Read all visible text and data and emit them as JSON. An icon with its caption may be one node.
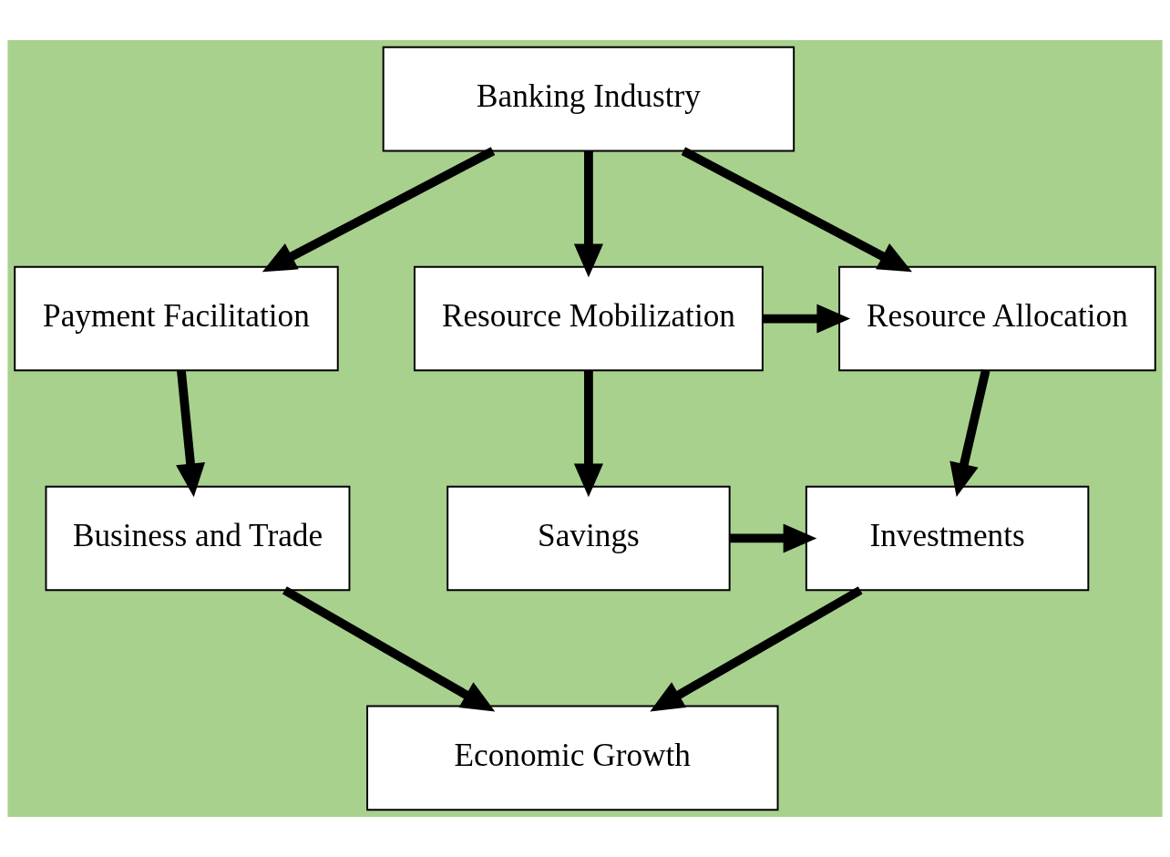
{
  "diagram": {
    "nodes": [
      {
        "text": [
          "Banking Industry"
        ]
      },
      {
        "text": [
          "Payment Facilitation"
        ]
      },
      {
        "text": [
          "Resource Mobilization"
        ]
      },
      {
        "text": [
          "Resource Allocation"
        ]
      },
      {
        "text": [
          "Business and Trade"
        ]
      },
      {
        "text": [
          "Savings"
        ]
      },
      {
        "text": [
          "Investments"
        ]
      },
      {
        "text": [
          "Economic Growth"
        ]
      }
    ],
    "edges": [
      {
        "from": 0,
        "to": 1,
        "arrow": "to"
      },
      {
        "from": 0,
        "to": 2,
        "arrow": "to"
      },
      {
        "from": 0,
        "to": 3,
        "arrow": "to"
      },
      {
        "from": 2,
        "to": 3,
        "arrow": "to"
      },
      {
        "from": 1,
        "to": 4,
        "arrow": "to"
      },
      {
        "from": 2,
        "to": 5,
        "arrow": "to"
      },
      {
        "from": 3,
        "to": 6,
        "arrow": "to"
      },
      {
        "from": 5,
        "to": 6,
        "arrow": "to"
      },
      {
        "from": 4,
        "to": 7,
        "arrow": "to"
      },
      {
        "from": 6,
        "to": 7,
        "arrow": "to"
      }
    ]
  }
}
